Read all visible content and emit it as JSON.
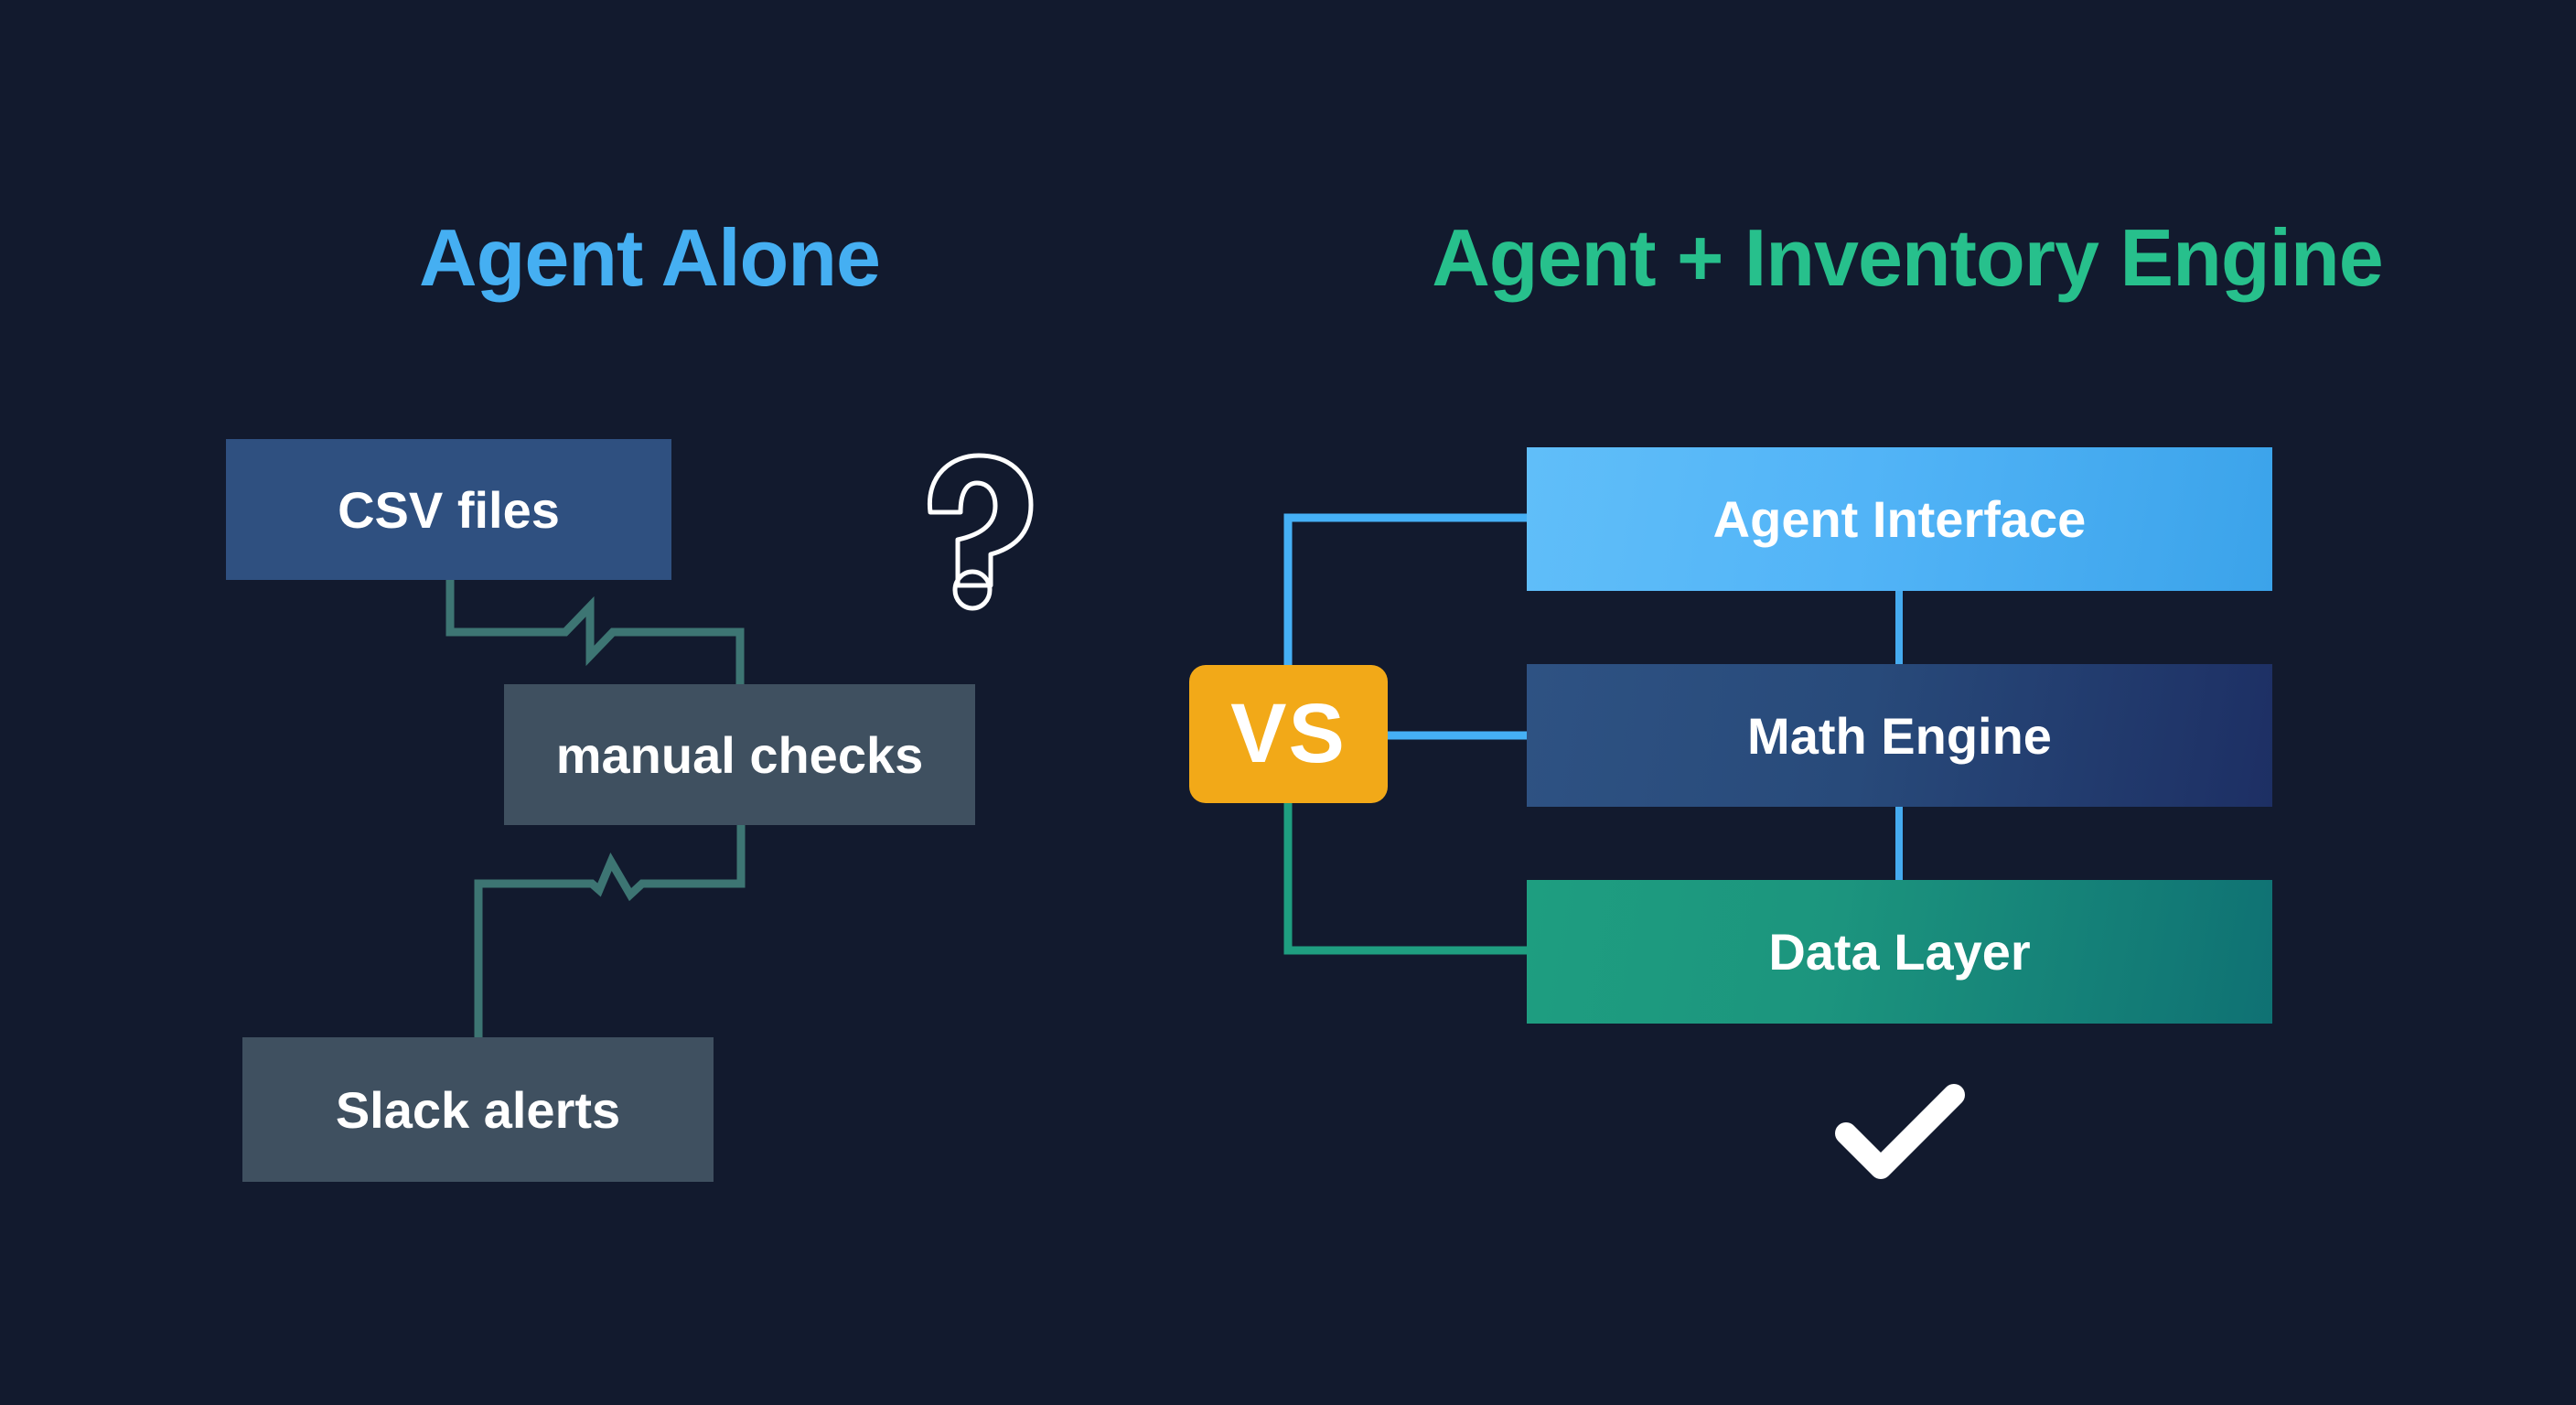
{
  "colors": {
    "background": "#121a2e",
    "left_title": "#45aff2",
    "right_title": "#27c08c",
    "connector_left": "#3d7573",
    "connector_blue": "#45b0f5",
    "connector_green": "#1f9e80",
    "vs_badge": "#f2a918"
  },
  "left_panel": {
    "title": "Agent Alone",
    "boxes": [
      {
        "label": "CSV files",
        "color": "#2f5080"
      },
      {
        "label": "manual checks",
        "color": "#3f5060"
      },
      {
        "label": "Slack alerts",
        "color": "#3f5060"
      }
    ],
    "icon": "question-mark-icon"
  },
  "vs_badge": {
    "label": "VS"
  },
  "right_panel": {
    "title": "Agent + Inventory Engine",
    "layers": [
      {
        "label": "Agent Interface",
        "gradient": [
          "#60bef9",
          "#3ba3ea"
        ]
      },
      {
        "label": "Math Engine",
        "gradient": [
          "#2e5283",
          "#1d2f64"
        ]
      },
      {
        "label": "Data Layer",
        "gradient": [
          "#1e9e80",
          "#0f7173"
        ]
      }
    ],
    "icon": "checkmark-icon"
  }
}
